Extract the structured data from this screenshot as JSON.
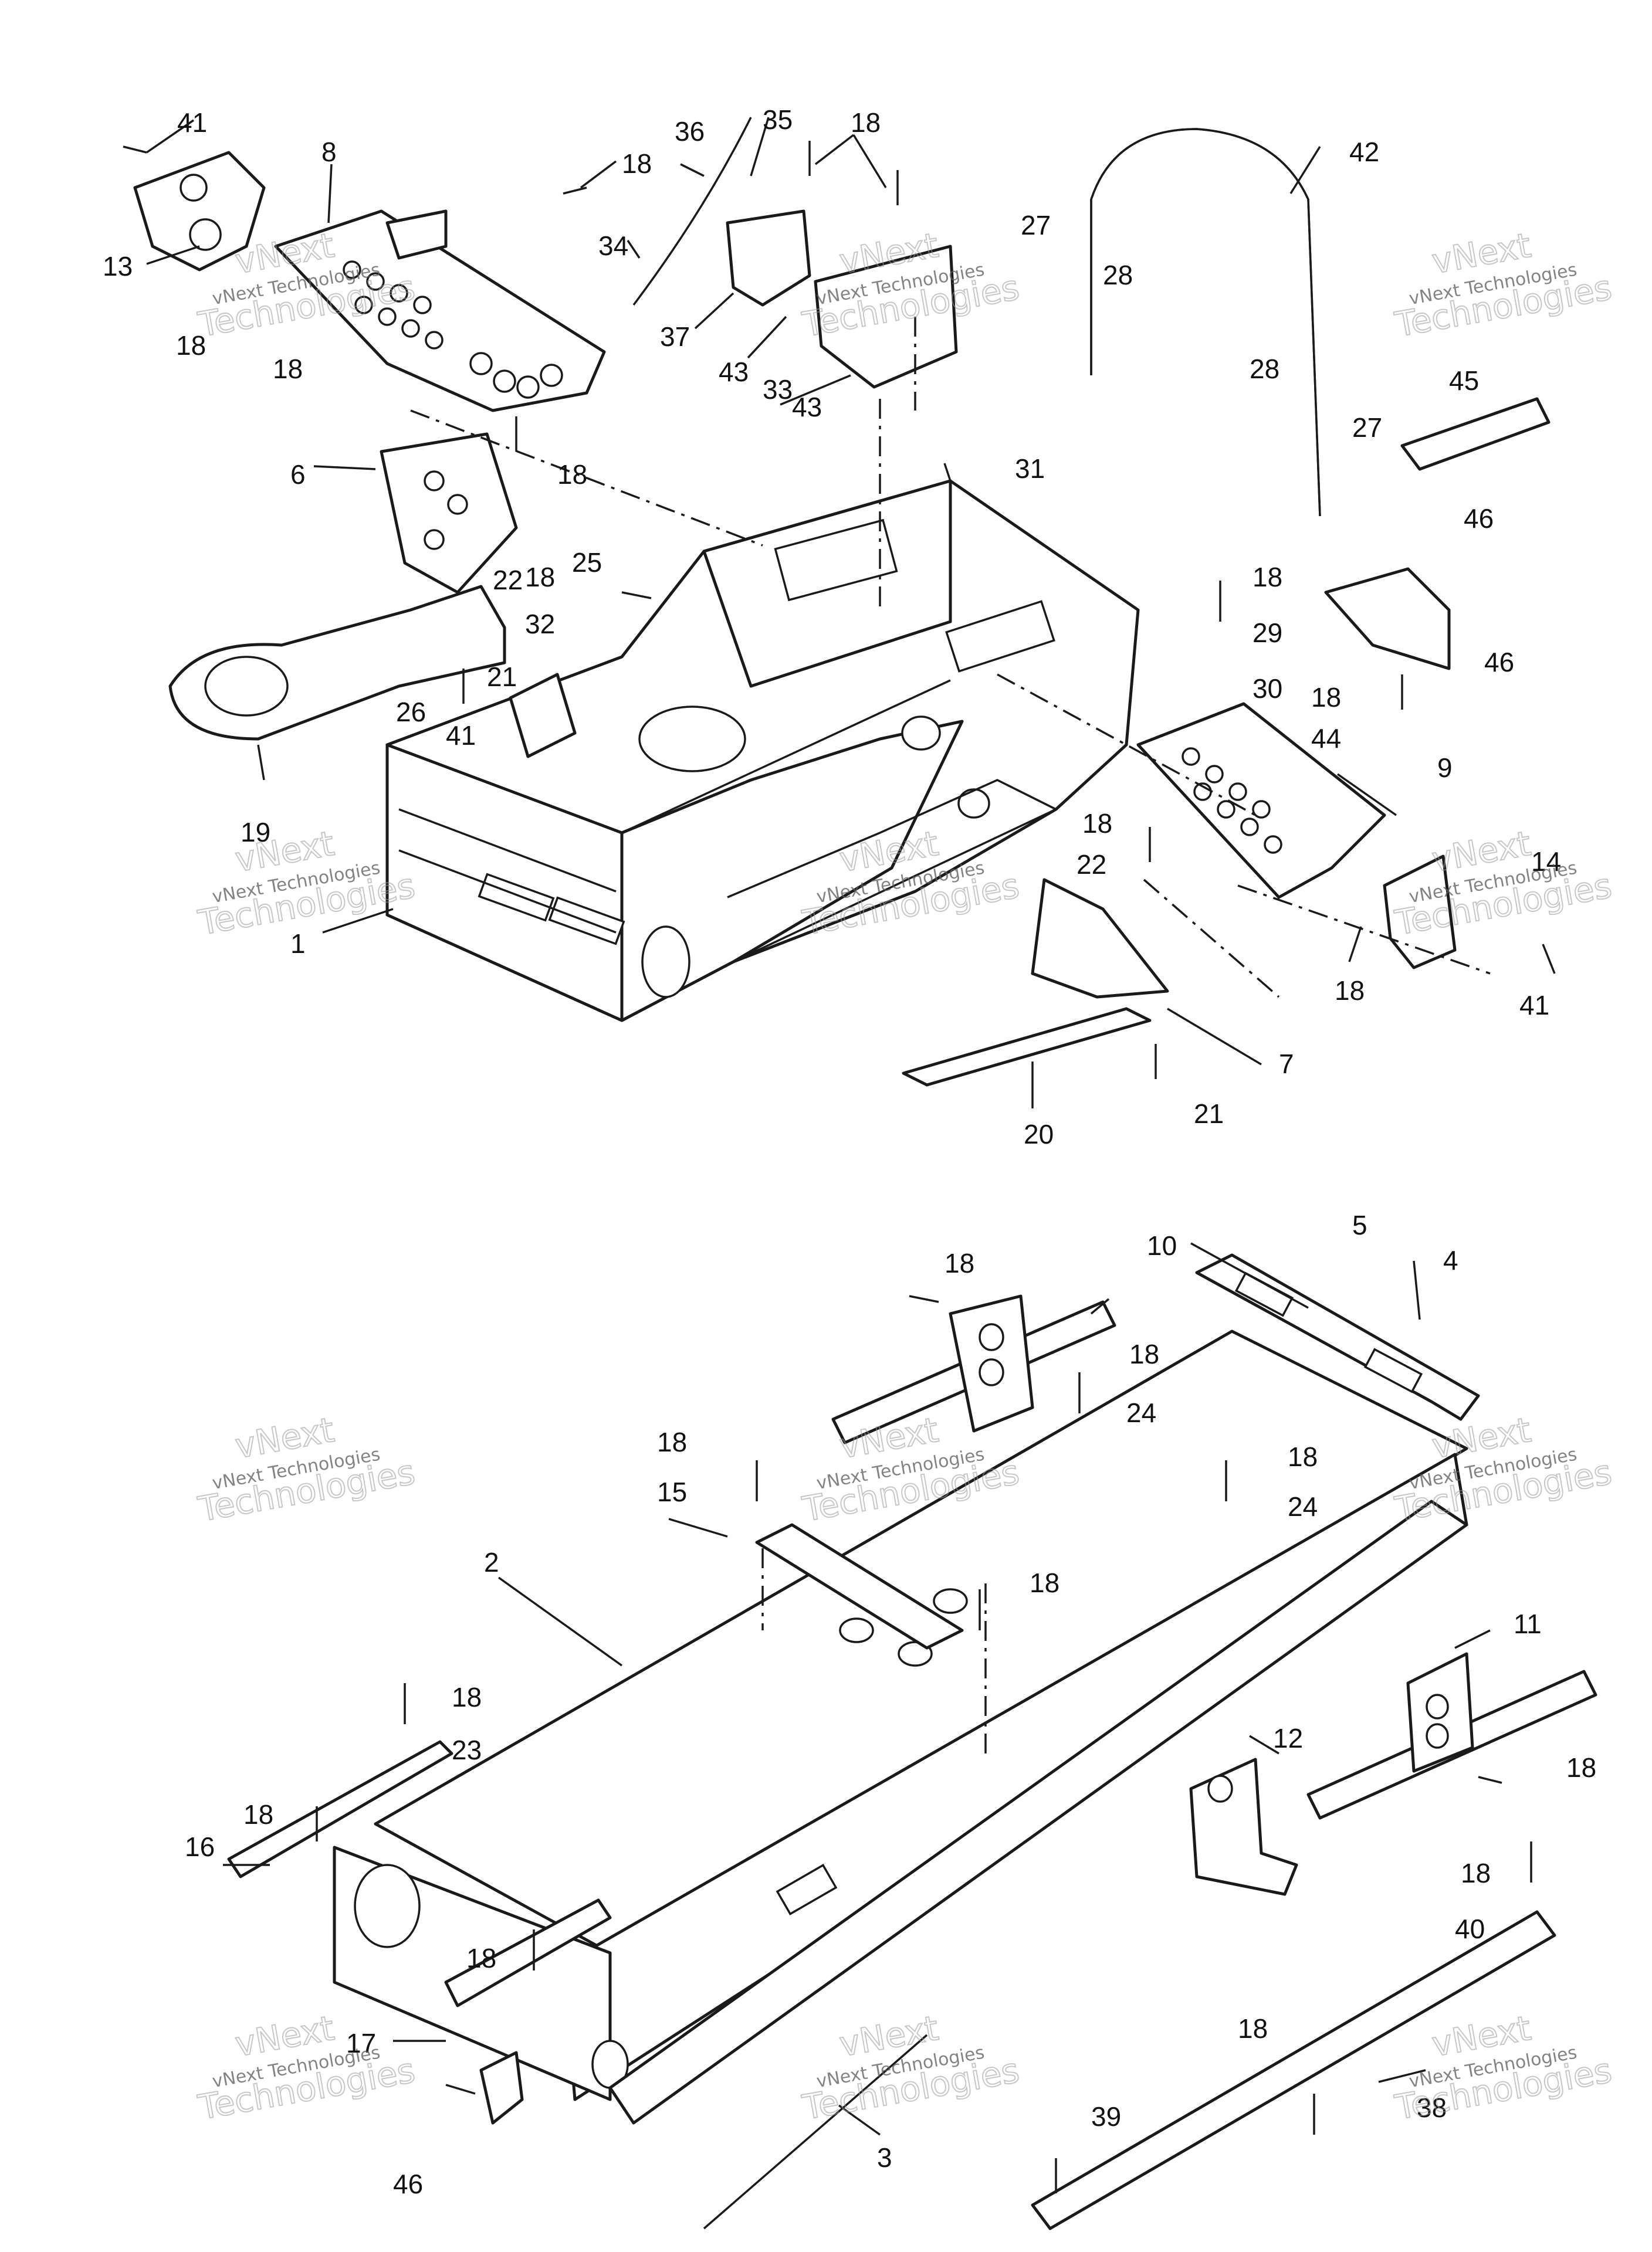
{
  "callouts_top": [
    "41",
    "8",
    "13",
    "18",
    "18",
    "18",
    "36",
    "35",
    "18",
    "34",
    "37",
    "43",
    "33",
    "43",
    "27",
    "28",
    "42",
    "28",
    "27",
    "45",
    "46",
    "46",
    "6",
    "18",
    "31",
    "22",
    "18",
    "25",
    "32",
    "21",
    "26",
    "41",
    "19",
    "1",
    "18",
    "29",
    "30",
    "18",
    "44",
    "9",
    "18",
    "22",
    "14",
    "18",
    "41",
    "7",
    "20",
    "21"
  ],
  "callouts_bottom": [
    "18",
    "10",
    "5",
    "4",
    "18",
    "24",
    "18",
    "15",
    "18",
    "24",
    "2",
    "18",
    "18",
    "23",
    "11",
    "18",
    "16",
    "12",
    "18",
    "18",
    "40",
    "17",
    "18",
    "18",
    "38",
    "46",
    "3",
    "39"
  ],
  "watermark": {
    "line1": "vNext",
    "line2": "vNext Technologies",
    "line3": "Technologies"
  },
  "colors": {
    "ink": "#1a1a1a",
    "paper": "#ffffff",
    "watermark": "#9a9a9a"
  }
}
